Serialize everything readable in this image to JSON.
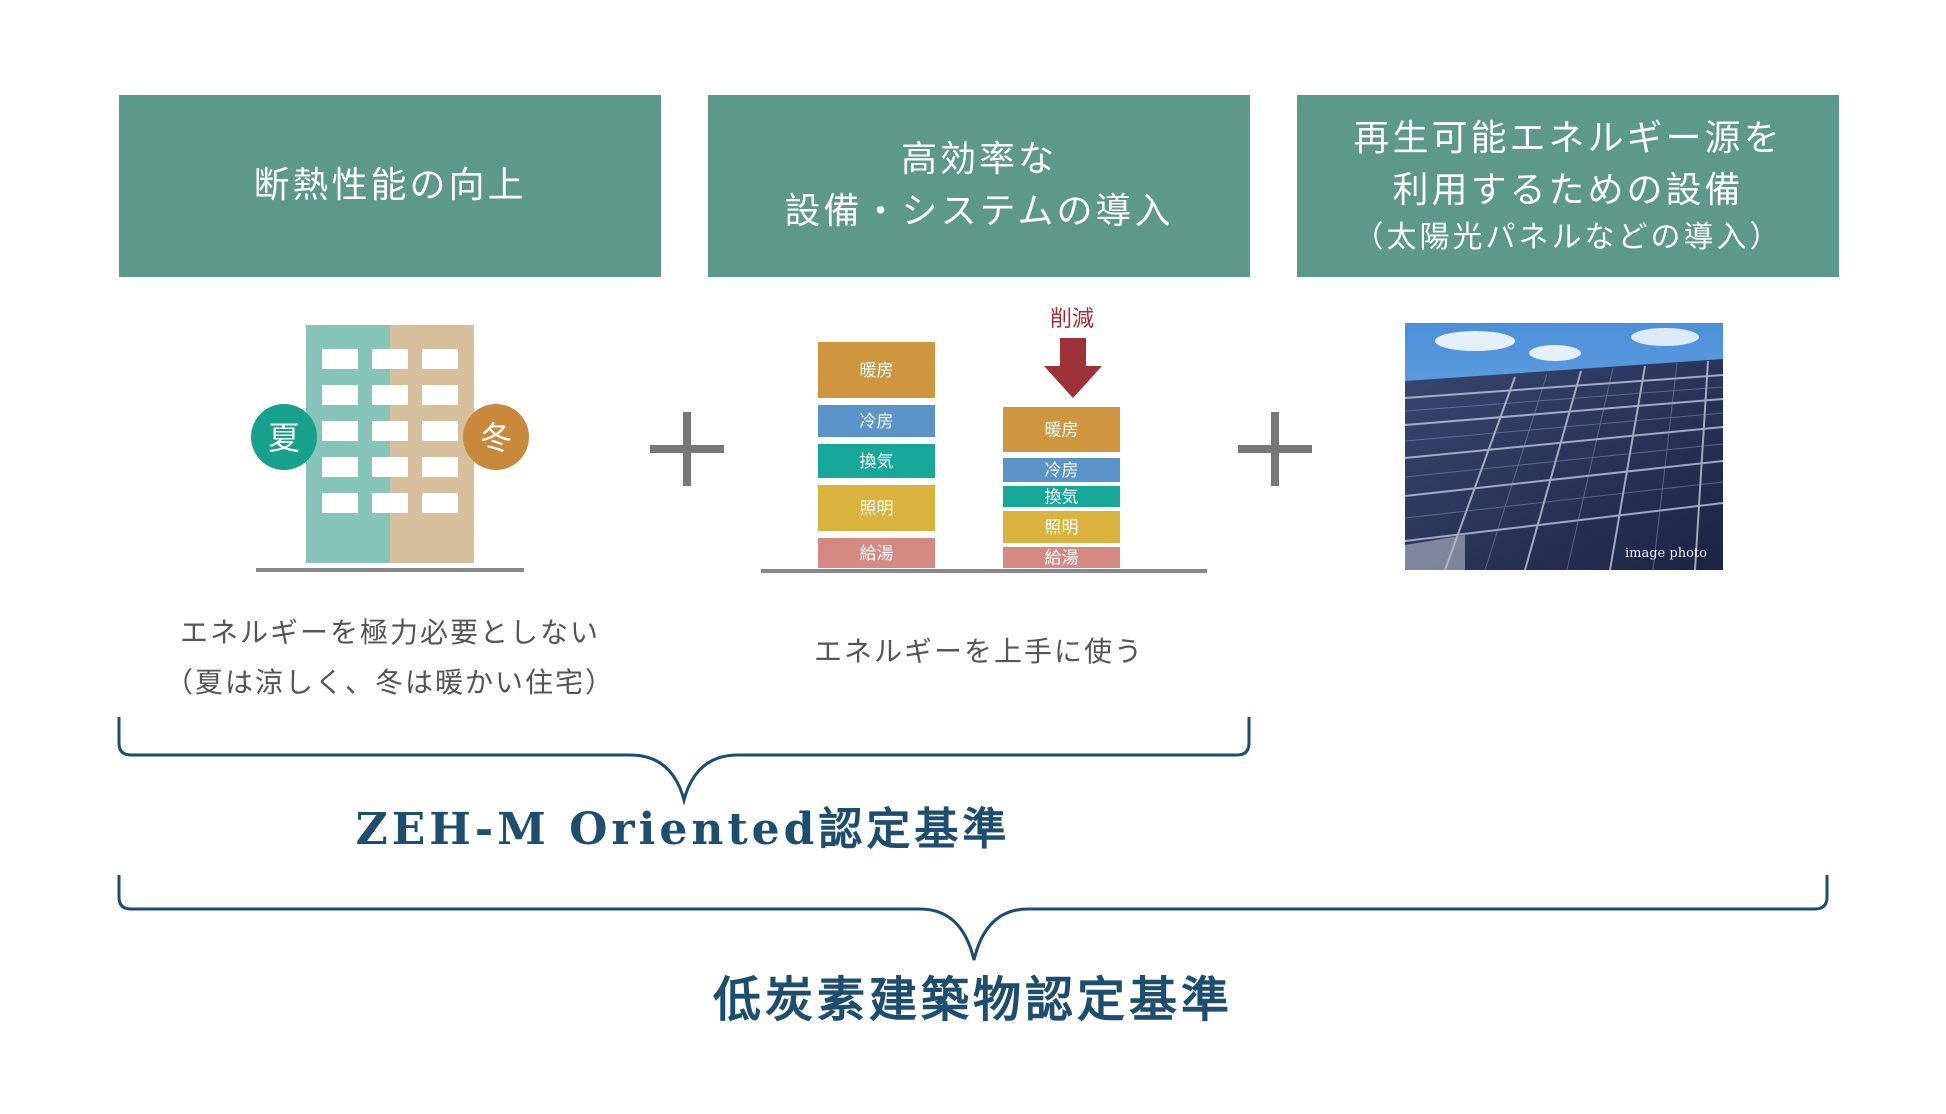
{
  "headers": [
    {
      "lines": [
        "断熱性能の向上"
      ],
      "sub": ""
    },
    {
      "lines": [
        "高効率な",
        "設備・システムの導入"
      ],
      "sub": ""
    },
    {
      "lines": [
        "再生可能エネルギー源を",
        "利用するための設備"
      ],
      "sub": "（太陽光パネルなどの導入）"
    }
  ],
  "building": {
    "summer": "夏",
    "winter": "冬"
  },
  "energy": {
    "reduction_label": "削減",
    "before": [
      "暖房",
      "冷房",
      "換気",
      "照明",
      "給湯"
    ],
    "after": [
      "暖房",
      "冷房",
      "換気",
      "照明",
      "給湯"
    ],
    "colors": [
      "#cd963f",
      "#5b94c8",
      "#17a89a",
      "#d9b33d",
      "#d48a82"
    ]
  },
  "photo": {
    "label": "image photo"
  },
  "captions": {
    "left": [
      "エネルギーを極力必要としない",
      "（夏は涼しく、冬は暖かい住宅）"
    ],
    "middle": [
      "エネルギーを上手に使う"
    ]
  },
  "brackets": {
    "zeh": "ZEH-M Oriented認定基準",
    "low_carbon": "低炭素建築物認定基準"
  },
  "colors": {
    "header_bg": "#5c998b",
    "bracket": "#1e4e6e",
    "arrow": "#9e3239"
  }
}
